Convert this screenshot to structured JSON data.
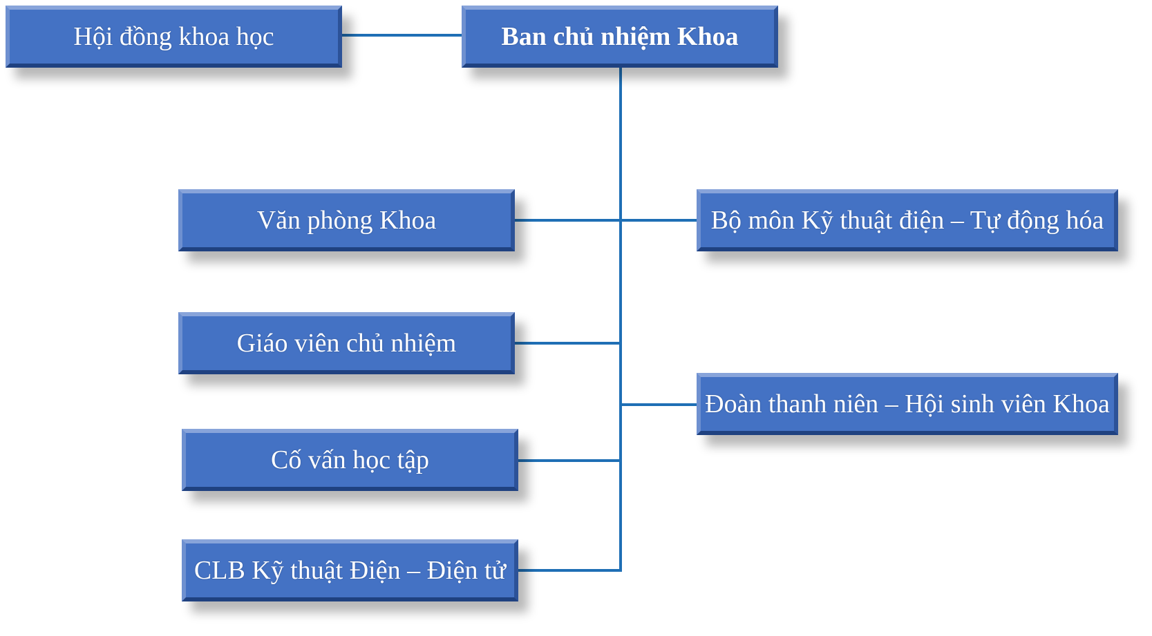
{
  "org_chart": {
    "root": {
      "label": "Ban chủ nhiệm Khoa"
    },
    "council": {
      "label": "Hội đồng khoa học"
    },
    "left_units": [
      {
        "label": "Văn phòng Khoa"
      },
      {
        "label": "Giáo viên chủ nhiệm"
      },
      {
        "label": "Cố vấn học tập"
      },
      {
        "label": "CLB Kỹ thuật Điện – Điện tử"
      }
    ],
    "right_units": [
      {
        "label": "Bộ môn Kỹ thuật điện – Tự động hóa"
      },
      {
        "label": "Đoàn thanh niên – Hội sinh viên Khoa"
      }
    ]
  },
  "colors": {
    "box_fill": "#4472c4",
    "connector": "#1f6fb5",
    "text": "#ffffff"
  }
}
